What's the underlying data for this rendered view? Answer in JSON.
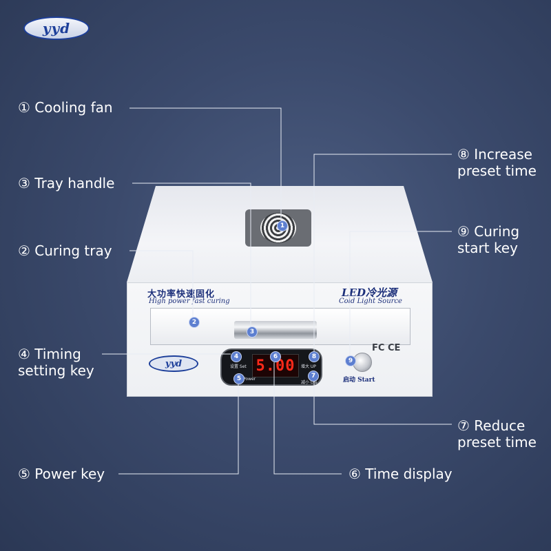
{
  "brand": {
    "logo_text": "yyd"
  },
  "device": {
    "chinese_title": "大功率快速固化",
    "english_title": "High power fast curing",
    "led_title": "LED冷光源",
    "led_subtitle": "Cold Light Source",
    "certifications": "FC  CE",
    "display_value": "5.00",
    "panel_labels": {
      "set": "设置 Set",
      "up": "增大 UP",
      "power": "Power",
      "down": "减小 DN"
    },
    "start_label": "启动  Start"
  },
  "callouts": {
    "cooling_fan": "① Cooling fan",
    "tray_handle": "③ Tray handle",
    "curing_tray": "② Curing tray",
    "timing_key_line1": "④ Timing",
    "timing_key_line2": "setting key",
    "power_key": "⑤ Power key",
    "increase_line1": "⑧ Increase",
    "increase_line2": "preset time",
    "curing_start_line1": "⑨ Curing",
    "curing_start_line2": "start key",
    "reduce_line1": "⑦ Reduce",
    "reduce_line2": "preset time",
    "time_display": "⑥ Time display"
  },
  "markers": [
    "1",
    "2",
    "3",
    "4",
    "5",
    "6",
    "7",
    "8",
    "9"
  ]
}
